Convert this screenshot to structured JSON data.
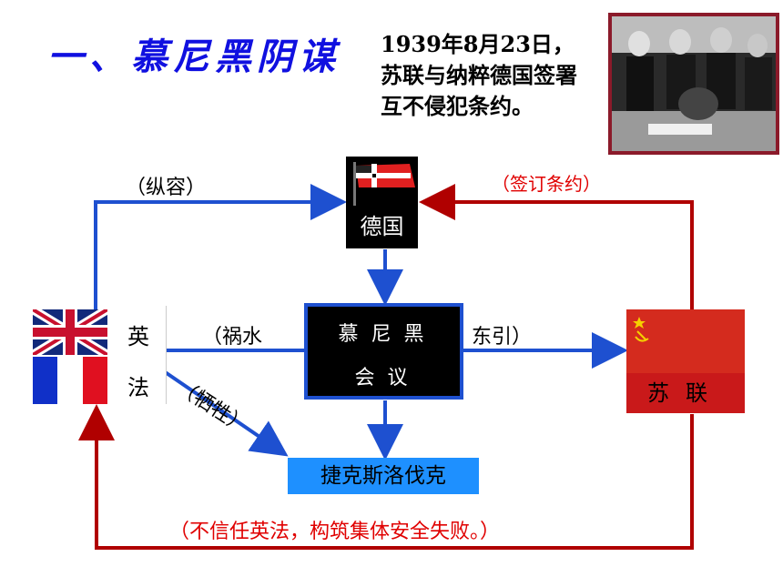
{
  "title": "一、慕尼黑阴谋",
  "intro": "1939年8月23日，苏联与纳粹德国签署互不侵犯条约。",
  "labels": {
    "connive": "（纵容）",
    "sign_treaty": "（签订条约）",
    "disaster_east_1": "（祸水",
    "disaster_east_2": "东引）",
    "sacrifice": "（牺牲）",
    "collective_fail": "（不信任英法，构筑集体安全失败。）"
  },
  "nodes": {
    "germany": "德国",
    "munich_line1": "慕尼黑",
    "munich_line2": "会议",
    "czech": "捷克斯洛伐克",
    "ussr": "苏联",
    "uk": "英",
    "france": "法"
  },
  "colors": {
    "blue_arrow": "#1e50d0",
    "red_arrow": "#b00000",
    "title_blue": "#1010e0",
    "label_red": "#e00000"
  }
}
